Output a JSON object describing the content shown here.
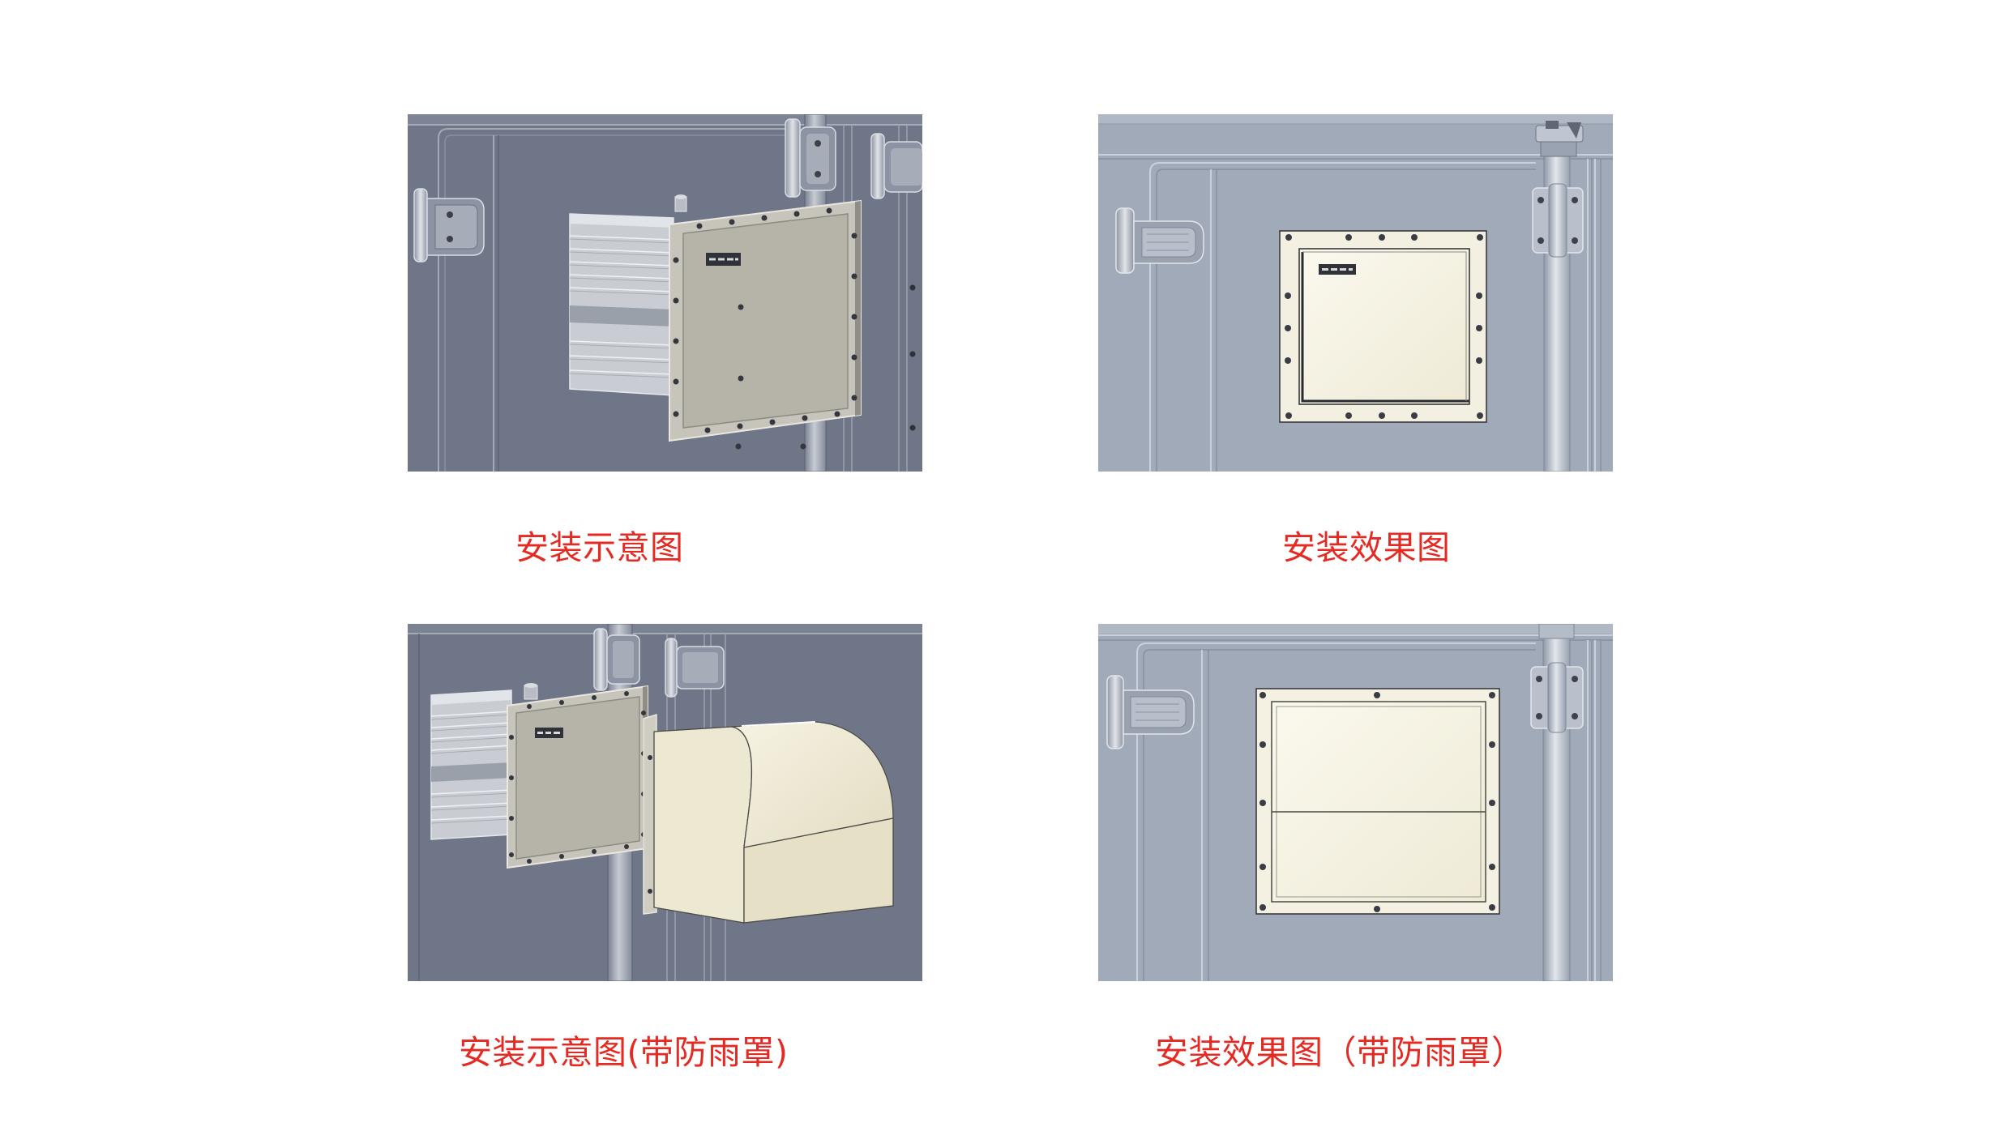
{
  "figures": [
    {
      "caption": "安装示意图"
    },
    {
      "caption": "安装效果图"
    },
    {
      "caption": "安装示意图(带防雨罩)"
    },
    {
      "caption": "安装效果图（带防雨罩）"
    }
  ],
  "colors": {
    "caption": "#e42a22",
    "door_panel_dark": "#6f7687",
    "door_panel_light": "#a1aab8",
    "vent_cover": "#f4f1e2",
    "rain_hood": "#ede8d1"
  }
}
